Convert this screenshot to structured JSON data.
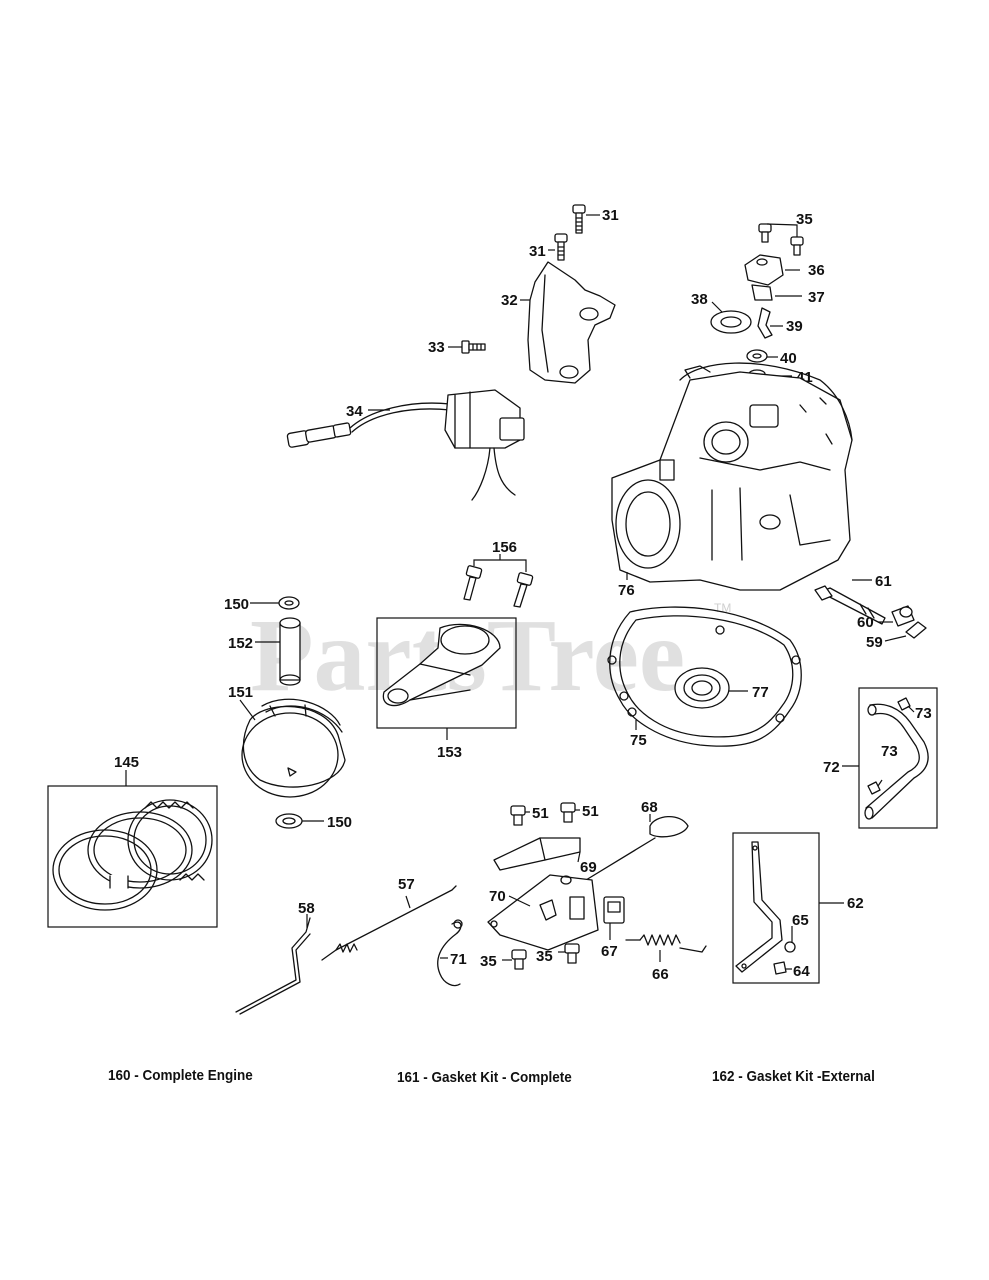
{
  "watermark": {
    "text": "PartsTree",
    "trademark": "TM"
  },
  "callouts": {
    "c31a": "31",
    "c31b": "31",
    "c32": "32",
    "c33": "33",
    "c34": "34",
    "c35a": "35",
    "c36": "36",
    "c37": "37",
    "c38": "38",
    "c39": "39",
    "c40": "40",
    "c41": "41",
    "c76": "76",
    "c61": "61",
    "c60": "60",
    "c59": "59",
    "c156": "156",
    "c150a": "150",
    "c152": "152",
    "c151": "151",
    "c153": "153",
    "c77": "77",
    "c75": "75",
    "c73a": "73",
    "c73b": "73",
    "c72": "72",
    "c145": "145",
    "c150b": "150",
    "c51a": "51",
    "c51b": "51",
    "c68": "68",
    "c69": "69",
    "c70": "70",
    "c57": "57",
    "c58": "58",
    "c71": "71",
    "c35b": "35",
    "c35c": "35",
    "c67": "67",
    "c66": "66",
    "c62": "62",
    "c65": "65",
    "c64": "64"
  },
  "kits": {
    "complete_engine": "160 - Complete Engine",
    "gasket_complete": "161 - Gasket Kit - Complete",
    "gasket_external": "162 - Gasket Kit -External"
  }
}
